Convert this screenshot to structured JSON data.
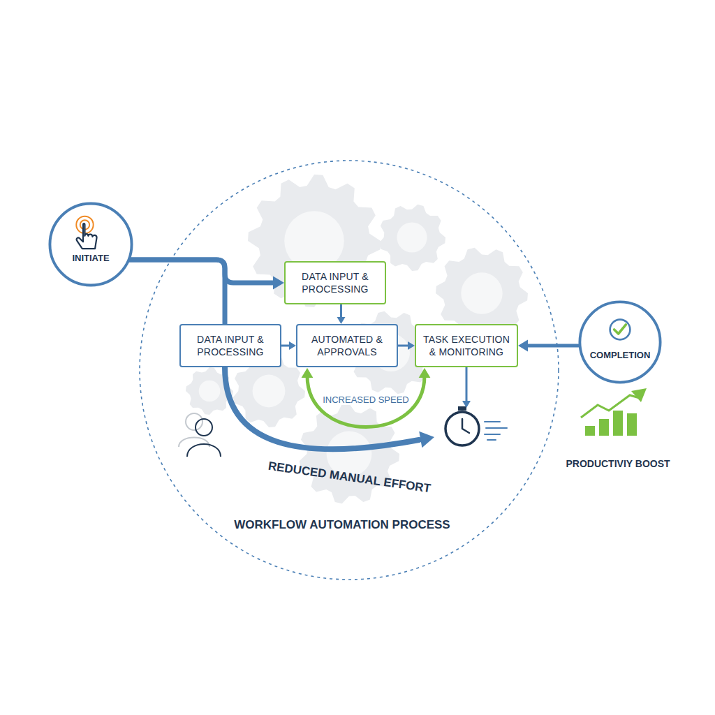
{
  "diagram": {
    "title": "WORKFLOW AUTOMATION PROCESS",
    "nodes": [
      {
        "text": [
          "INITIATE"
        ]
      },
      {
        "text": [
          "DATA INPUT & PROCESSING"
        ]
      },
      {
        "text": [
          "DATA INPUT & PROCESSING"
        ]
      },
      {
        "text": [
          "AUTOMATED & APPROVALS"
        ]
      },
      {
        "text": [
          "TASK EXECUTION & MONITORING"
        ]
      },
      {
        "text": [
          "COMPLETION"
        ]
      }
    ],
    "edges": [
      {
        "from": 0,
        "to": 1,
        "arrow": "to"
      },
      {
        "from": 0,
        "to": 2,
        "arrow": "none"
      },
      {
        "from": 1,
        "to": 3,
        "arrow": "to"
      },
      {
        "from": 2,
        "to": 3,
        "arrow": "to"
      },
      {
        "from": 3,
        "to": 4,
        "arrow": "to"
      },
      {
        "from": 5,
        "to": 4,
        "arrow": "to"
      },
      {
        "from": 3,
        "to": 4,
        "arrow": "both",
        "label": "INCREASED SPEED"
      }
    ],
    "labels": [
      "REDUCED MANUAL EFFORT",
      "PRODUCTIVIY BOOST"
    ]
  }
}
